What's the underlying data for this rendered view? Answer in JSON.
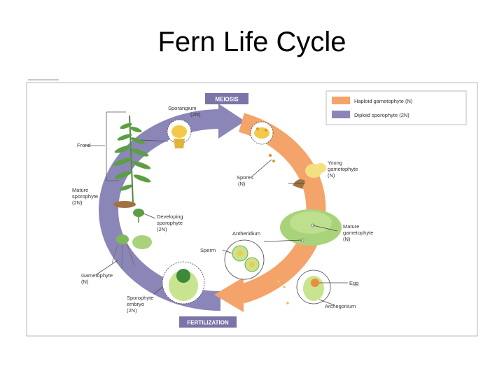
{
  "slide": {
    "title": "Fern Life Cycle"
  },
  "diagram": {
    "banners": {
      "meiosis": "MEIOSIS",
      "fertilization": "FERTILIZATION"
    },
    "legend": [
      {
        "label": "Haploid gametophyte (N)",
        "color": "#f4a46a"
      },
      {
        "label": "Diploid sporophyte (2N)",
        "color": "#8b86b8"
      }
    ],
    "labels": {
      "sporangium": [
        "Sporangium",
        "(2N)"
      ],
      "frond": [
        "Frond"
      ],
      "mature_sporophyte": [
        "Mature",
        "sporophyte",
        "(2N)"
      ],
      "spores": [
        "Spores",
        "(N)"
      ],
      "young_gametophyte": [
        "Young",
        "gametophyte",
        "(N)"
      ],
      "developing_sporophyte": [
        "Developing",
        "sporophyte",
        "(2N)"
      ],
      "antheridium": [
        "Antheridium"
      ],
      "mature_gametophyte": [
        "Mature",
        "gametophyte",
        "(N)"
      ],
      "sperm": [
        "Sperm"
      ],
      "gametophyte": [
        "Gametophyte",
        "(N)"
      ],
      "egg": [
        "Egg"
      ],
      "sporophyte_embryo": [
        "Sporophyte",
        "embryo",
        "(2N)"
      ],
      "archegonium": [
        "Archegonium"
      ]
    }
  }
}
